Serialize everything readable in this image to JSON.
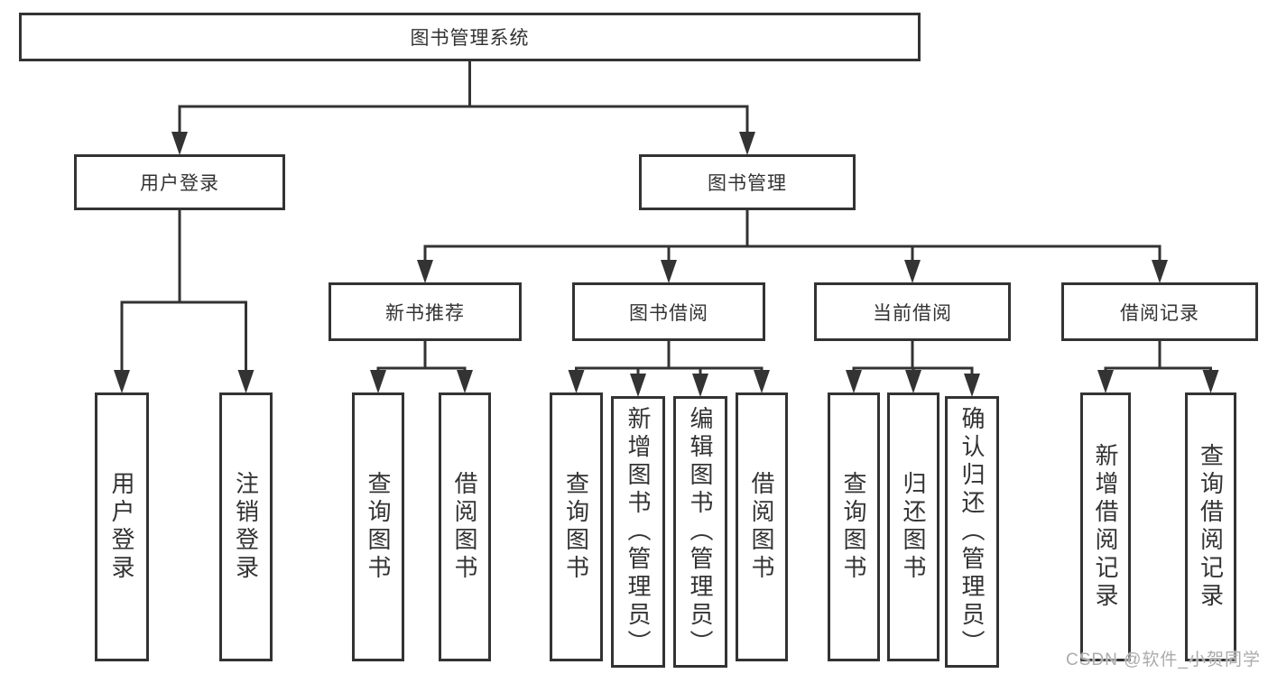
{
  "diagram": {
    "watermark": "CSDN @软件_小贺同学",
    "colors": {
      "line": "#333333",
      "box_border": "#333333",
      "box_background": "#ffffff",
      "text": "#333333",
      "watermark": "#ababab",
      "background": "#ffffff"
    },
    "nodes": [
      {
        "id": "root",
        "label": "图书管理系统",
        "orientation": "horizontal"
      },
      {
        "id": "user-login",
        "label": "用户登录",
        "orientation": "horizontal"
      },
      {
        "id": "book-management",
        "label": "图书管理",
        "orientation": "horizontal"
      },
      {
        "id": "new-book-recommend",
        "label": "新书推荐",
        "orientation": "horizontal"
      },
      {
        "id": "book-borrowing",
        "label": "图书借阅",
        "orientation": "horizontal"
      },
      {
        "id": "current-borrowing",
        "label": "当前借阅",
        "orientation": "horizontal"
      },
      {
        "id": "borrowing-records",
        "label": "借阅记录",
        "orientation": "horizontal"
      },
      {
        "id": "leaf-user-login",
        "label": "用户登录",
        "orientation": "vertical"
      },
      {
        "id": "leaf-logout",
        "label": "注销登录",
        "orientation": "vertical"
      },
      {
        "id": "leaf-nb-query-books",
        "label": "查询图书",
        "orientation": "vertical"
      },
      {
        "id": "leaf-nb-borrow-books",
        "label": "借阅图书",
        "orientation": "vertical"
      },
      {
        "id": "leaf-bb-query-books",
        "label": "查询图书",
        "orientation": "vertical"
      },
      {
        "id": "leaf-bb-add-books-admin",
        "label": "新增图书（管理员）",
        "orientation": "vertical"
      },
      {
        "id": "leaf-bb-edit-books-admin",
        "label": "编辑图书（管理员）",
        "orientation": "vertical"
      },
      {
        "id": "leaf-bb-borrow-books",
        "label": "借阅图书",
        "orientation": "vertical"
      },
      {
        "id": "leaf-cb-query-books",
        "label": "查询图书",
        "orientation": "vertical"
      },
      {
        "id": "leaf-cb-return-books",
        "label": "归还图书",
        "orientation": "vertical"
      },
      {
        "id": "leaf-cb-confirm-return-admin",
        "label": "确认归还（管理员）",
        "orientation": "vertical"
      },
      {
        "id": "leaf-br-add-record",
        "label": "新增借阅记录",
        "orientation": "vertical"
      },
      {
        "id": "leaf-br-query-record",
        "label": "查询借阅记录",
        "orientation": "vertical"
      }
    ],
    "hierarchy": {
      "root": [
        "user-login",
        "book-management"
      ],
      "user-login": [
        "leaf-user-login",
        "leaf-logout"
      ],
      "book-management": [
        "new-book-recommend",
        "book-borrowing",
        "current-borrowing",
        "borrowing-records"
      ],
      "new-book-recommend": [
        "leaf-nb-query-books",
        "leaf-nb-borrow-books"
      ],
      "book-borrowing": [
        "leaf-bb-query-books",
        "leaf-bb-add-books-admin",
        "leaf-bb-edit-books-admin",
        "leaf-bb-borrow-books"
      ],
      "current-borrowing": [
        "leaf-cb-query-books",
        "leaf-cb-return-books",
        "leaf-cb-confirm-return-admin"
      ],
      "borrowing-records": [
        "leaf-br-add-record",
        "leaf-br-query-record"
      ]
    }
  }
}
